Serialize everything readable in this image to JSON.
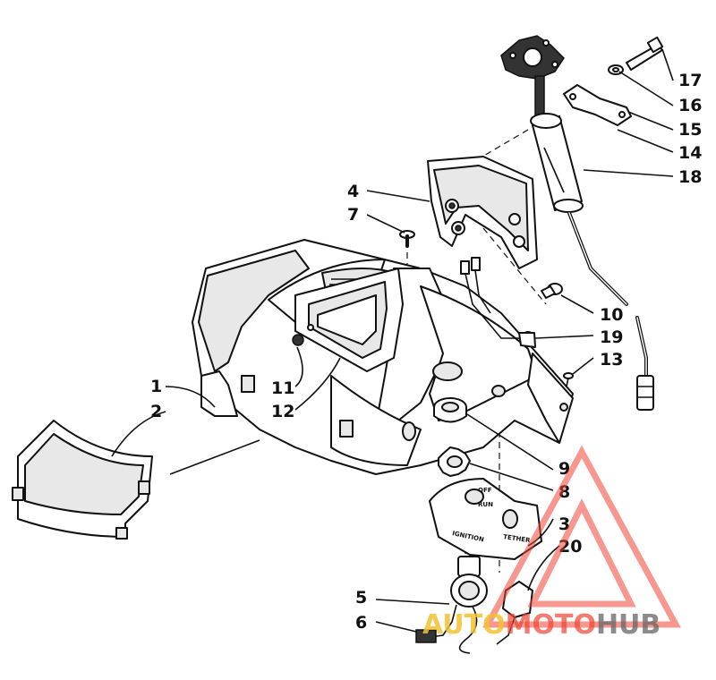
{
  "callouts": [
    "1",
    "2",
    "3",
    "4",
    "5",
    "6",
    "7",
    "8",
    "9",
    "10",
    "11",
    "12",
    "13",
    "14",
    "15",
    "16",
    "17",
    "18",
    "19",
    "20"
  ],
  "plate_labels": {
    "off": "OFF",
    "run": "RUN",
    "ignition": "IGNITION",
    "tether": "TETHER"
  },
  "watermark": {
    "part_a": "AUTO",
    "part_b": "MOTO",
    "part_c": "HUB",
    "colors": {
      "auto": "#f4c231",
      "moto": "#ee4433",
      "hub": "#666666"
    }
  }
}
